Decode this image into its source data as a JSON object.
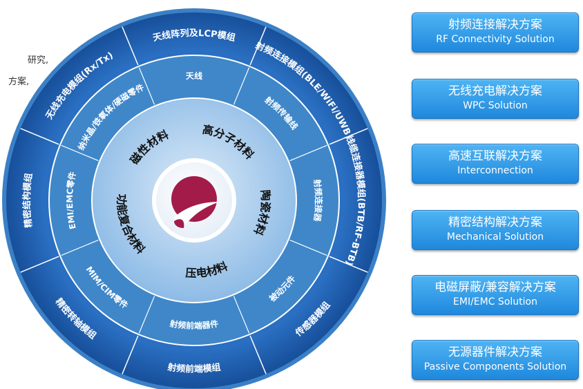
{
  "intro": {
    "line1": "研究,",
    "line2": "方案,"
  },
  "center_logo": "red-circular-logo",
  "inner_ring": [
    "高分子材料",
    "陶瓷材料",
    "压电材料",
    "功能复合材料",
    "磁性材料"
  ],
  "middle_ring": [
    "射频传输线",
    "射频连接器",
    "被动元件",
    "射频前端器件",
    "MIM/CIM零件",
    "EMI/EMC零件",
    "纳米晶/铁氧体/硬磁零件",
    "天线"
  ],
  "outer_ring": [
    "射频连接模组(BLE/WiFi/UWB)",
    "线缆连接器模组(BTB/RF-BTB)",
    "传感器模组",
    "射频前端模组",
    "精密转轴模组",
    "精密结构模组",
    "无线充电模组(Rx/Tx)",
    "天线阵列及LCP模组"
  ],
  "solutions": [
    {
      "zh": "射频连接解决方案",
      "en": "RF Connectivity Solution"
    },
    {
      "zh": "无线充电解决方案",
      "en": "WPC Solution"
    },
    {
      "zh": "高速互联解决方案",
      "en": "Interconnection"
    },
    {
      "zh": "精密结构解决方案",
      "en": "Mechanical Solution"
    },
    {
      "zh": "电磁屏蔽/兼容解决方案",
      "en": "EMI/EMC Solution"
    },
    {
      "zh": "无源器件解决方案",
      "en": "Passive Components Solution"
    }
  ],
  "colors": {
    "outer_ring": "#1a5fb0",
    "middle_ring": "#3f87c9",
    "inner_ring": "#a9cbeb",
    "center": "#ffffff",
    "logo": "#a31b48",
    "button": "#2b94e5"
  }
}
